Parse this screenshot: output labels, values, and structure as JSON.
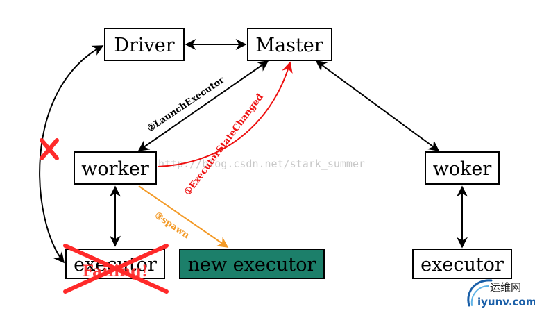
{
  "nodes": {
    "driver": "Driver",
    "master": "Master",
    "worker": "worker",
    "woker": "woker",
    "executor_failed": "executor",
    "executor_failed_overlay": "Failing!",
    "new_executor": "new executor",
    "executor_right": "executor"
  },
  "edges": {
    "launch": "②LaunchExecutor",
    "state_changed": "①ExecutorStateChanged",
    "spawn": "③spawn"
  },
  "watermark": "http://blog.csdn.net/stark_summer",
  "logo": {
    "cn": "运维网",
    "en": "iyunv.com"
  },
  "colors": {
    "black": "#000000",
    "red": "#ee1111",
    "orange": "#f39a27",
    "teal": "#1c7f6a",
    "cross": "#ff2a2a",
    "logo_blue": "#1a5fa8"
  }
}
